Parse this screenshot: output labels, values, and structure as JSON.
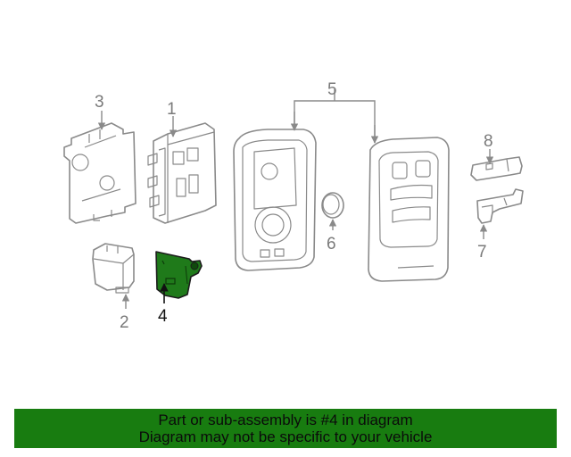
{
  "callouts": {
    "c1": "1",
    "c2": "2",
    "c3": "3",
    "c4": "4",
    "c5": "5",
    "c6": "6",
    "c7": "7",
    "c8": "8"
  },
  "banner": {
    "line1": "Part or sub-assembly is #4 in diagram",
    "line2": "Diagram may not be specific to your vehicle"
  },
  "colors": {
    "highlight_part": "#1f7a1a",
    "banner_background": "#187c10",
    "line_art": "#8a8a8a"
  }
}
